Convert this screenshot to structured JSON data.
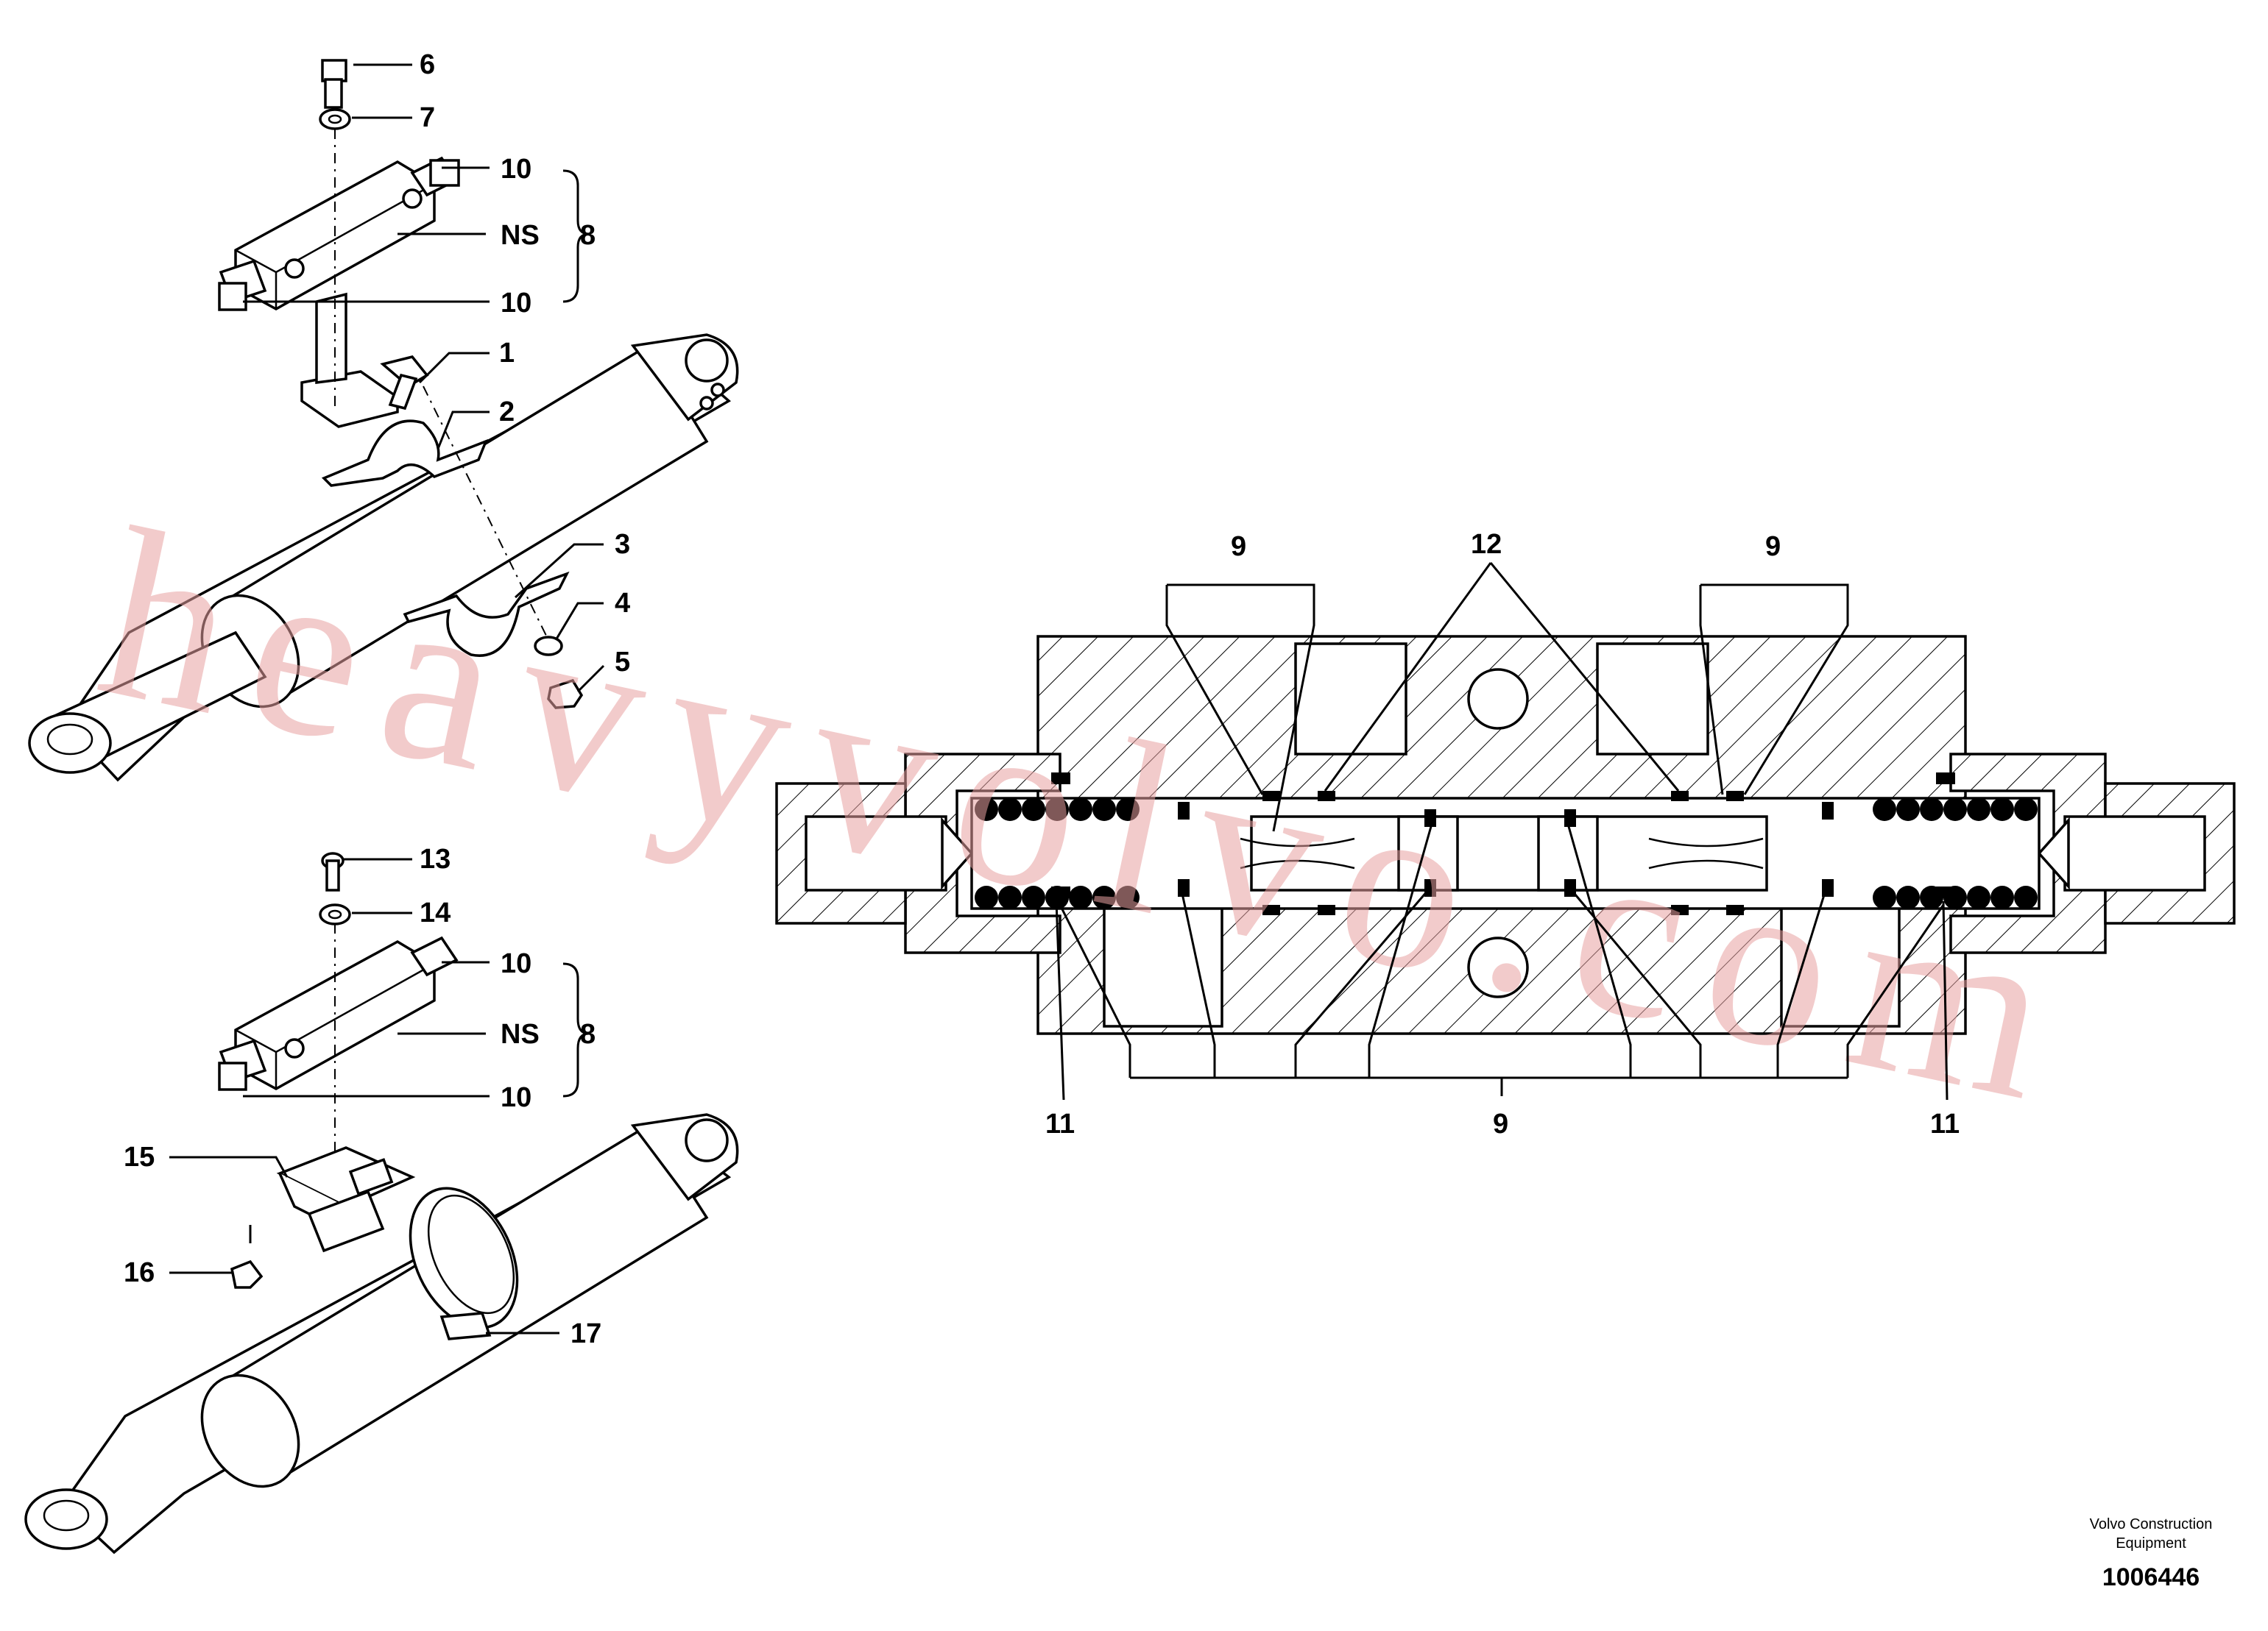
{
  "callouts": {
    "c1": "1",
    "c2": "2",
    "c3": "3",
    "c4": "4",
    "c5": "5",
    "c6": "6",
    "c7": "7",
    "c8a": "8",
    "c8b": "8",
    "c9a": "9",
    "c9b": "9",
    "c9c": "9",
    "c10a": "10",
    "c10b": "10",
    "c10c": "10",
    "c10d": "10",
    "c11a": "11",
    "c11b": "11",
    "c12": "12",
    "c13": "13",
    "c14": "14",
    "c15": "15",
    "c16": "16",
    "c17": "17",
    "ns_a": "NS",
    "ns_b": "NS"
  },
  "watermark": "heavyvolvo.com",
  "footer": {
    "company_line1": "Volvo Construction",
    "company_line2": "Equipment",
    "drawing_number": "1006446"
  },
  "colors": {
    "line": "#000000",
    "watermark": "#e8a0a0",
    "background": "#ffffff"
  }
}
